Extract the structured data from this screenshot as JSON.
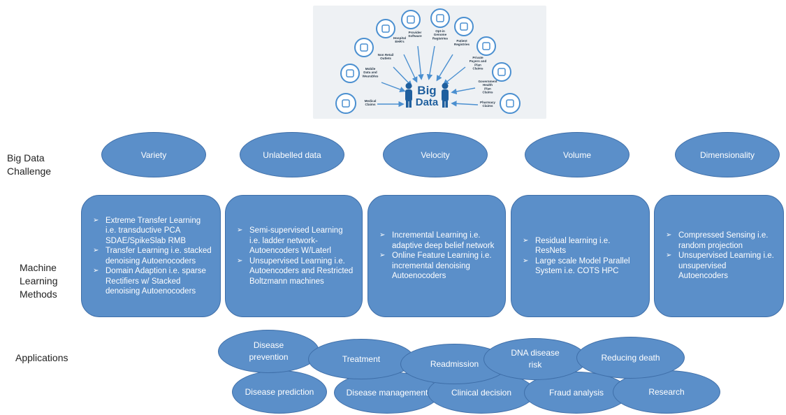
{
  "infographic": {
    "center_label_line1": "Big",
    "center_label_line2": "Data",
    "sources": [
      "Medical Claims",
      "Mobile Data and Wearables",
      "Non Retail Outlets",
      "Hospital EHR's",
      "Provider Software",
      "Opt-in Genome Registries",
      "Patient Registries",
      "Private Payers and Plan Claims",
      "Government Health Plan Claims",
      "Pharmacy Claims"
    ]
  },
  "rows": {
    "challenge": "Big Data\nChallenge",
    "methods": "Machine\nLearning\nMethods",
    "applications": "Applications"
  },
  "challenges": [
    "Variety",
    "Unlabelled data",
    "Velocity",
    "Volume",
    "Dimensionality"
  ],
  "methods": [
    [
      "Extreme Transfer Learning i.e. transductive PCA SDAE/SpikeSlab RMB",
      "Transfer Learning i.e. stacked denoising Autoenocoders",
      "Domain Adaption i.e. sparse Rectifiers w/ Stacked denoising Autoenocoders"
    ],
    [
      "Semi-supervised Learning i.e. ladder network-Autoencoders W/Laterl",
      "Unsupervised Learning i.e. Autoencoders and Restricted Boltzmann machines"
    ],
    [
      "Incremental Learning i.e. adaptive deep belief network",
      "Online Feature Learning i.e. incremental denoising Autoenocoders"
    ],
    [
      "Residual learning i.e. ResNets",
      "Large scale Model Parallel System i.e. COTS HPC"
    ],
    [
      "Compressed Sensing i.e. random projection",
      "Unsupervised Learning i.e. unsupervised Autoencoders"
    ]
  ],
  "applications": [
    "Disease prevention",
    "Treatment",
    "Readmission",
    "DNA disease risk",
    "Reducing death",
    "Disease prediction",
    "Disease management",
    "Clinical decision",
    "Fraud analysis",
    "Research"
  ],
  "colors": {
    "shape_fill": "#5b8fc9",
    "shape_border": "#3e6ea8",
    "infographic_bg": "#eef1f4",
    "infographic_icon": "#4a8fd0"
  }
}
